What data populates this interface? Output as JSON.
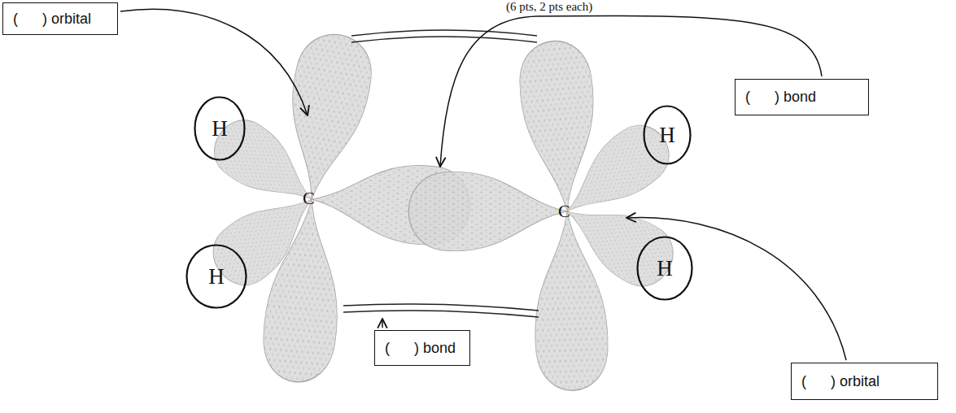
{
  "diagram": {
    "nodes": [
      {
        "text": [
          "(      ) orbital"
        ]
      },
      {
        "text": [
          "(      ) bond"
        ]
      },
      {
        "text": [
          "H"
        ]
      },
      {
        "text": [
          "H"
        ]
      },
      {
        "text": [
          "H"
        ]
      },
      {
        "text": [
          "H"
        ]
      },
      {
        "text": [
          "(      ) bond"
        ]
      },
      {
        "text": [
          "(      ) orbital"
        ]
      }
    ],
    "labels": [
      "(6 pts, 2 pts each)",
      "C",
      "C"
    ]
  }
}
